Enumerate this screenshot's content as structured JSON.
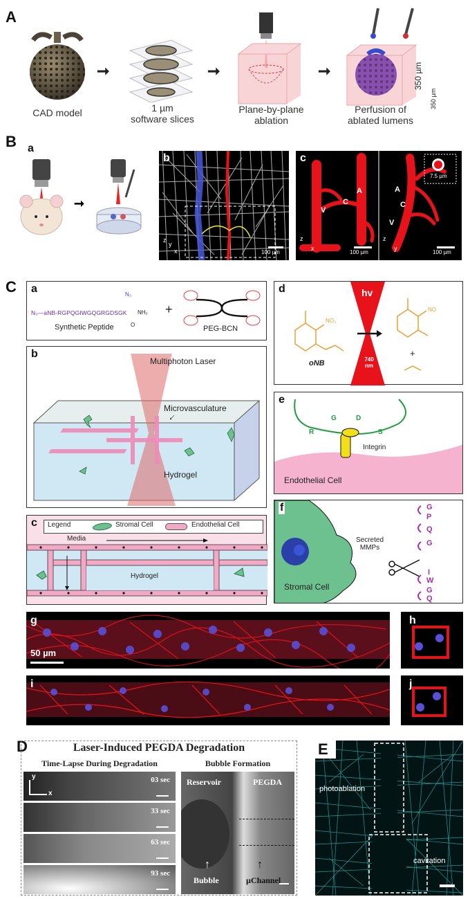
{
  "panelA": {
    "letter": "A",
    "steps": [
      "CAD model",
      "1 µm\nsoftware slices",
      "Plane-by-plane\nablation",
      "Perfusion of\nablated lumens"
    ],
    "dim_height": "350 µm",
    "dim_depth": "350 µm"
  },
  "panelB": {
    "letter": "B",
    "sub_a": "a",
    "sub_b": "b",
    "sub_c": "c",
    "scale_b": "100 µm",
    "scale_c1": "100 µm",
    "scale_c2": "100 µm",
    "c_labels": [
      "A",
      "V",
      "C",
      "A",
      "C",
      "V"
    ],
    "inset_label": "7.5 µm",
    "axes": [
      "z",
      "y",
      "x",
      "z",
      "x",
      "z",
      "y"
    ]
  },
  "panelC": {
    "letter": "C",
    "a": {
      "letter": "a",
      "peptide_seq": "N₃—aNB-RGPQGIWGQGRGDSGK",
      "peptide_label": "Synthetic Peptide",
      "plus": "+",
      "nh2": "NH₂",
      "n3_top": "N₃",
      "o": "O",
      "bcn_label": "PEG-BCN"
    },
    "b": {
      "letter": "b",
      "laser_label": "Multiphoton Laser",
      "micro_label": "Microvasculature",
      "hydrogel_label": "Hydrogel"
    },
    "c": {
      "letter": "c",
      "legend": "Legend",
      "stromal": "Stromal Cell",
      "endothelial": "Endothelial Cell",
      "media": "Media",
      "hydrogel": "Hydrogel"
    },
    "d": {
      "letter": "d",
      "hv": "hv",
      "wavelength": "740\nnm",
      "onb": "oNB",
      "plus": "+",
      "no2": "NO₂",
      "no": "NO"
    },
    "e": {
      "letter": "e",
      "rgds": [
        "R",
        "G",
        "D",
        "S"
      ],
      "integrin": "Integrin",
      "cell": "Endothelial Cell"
    },
    "f": {
      "letter": "f",
      "mmp": "Secreted\nMMPs",
      "cell": "Stromal Cell",
      "seq": [
        "G",
        "P",
        "Q",
        "G",
        "I",
        "W",
        "G",
        "Q"
      ]
    },
    "g": "g",
    "h": "h",
    "i": "i",
    "j": "j",
    "scale_g": "50 µm"
  },
  "panelD": {
    "letter": "D",
    "title": "Laser-Induced PEGDA Degradation",
    "left_header": "Time-Lapse During Degradation",
    "right_header": "Bubble Formation",
    "times": [
      "03 sec",
      "33 sec",
      "63 sec",
      "93 sec"
    ],
    "reservoir": "Reservoir",
    "pegda": "PEGDA",
    "bubble": "Bubble",
    "uchannel": "µChannel",
    "axis_y": "y",
    "axis_x": "x"
  },
  "panelE": {
    "letter": "E",
    "photoablation": "photoablation",
    "cavitation": "cavitation"
  },
  "colors": {
    "vessel_red": "#e8121b",
    "nucleus_blue": "#5a4fd6",
    "hydrogel_blue": "#cfe8f3",
    "endothelial_pink": "#f3a8c6",
    "stromal_green": "#6cc18f",
    "integrin_yellow": "#f2df1a",
    "onb_orange": "#e8a030",
    "cyan_fibers": "#2ec6c8"
  }
}
